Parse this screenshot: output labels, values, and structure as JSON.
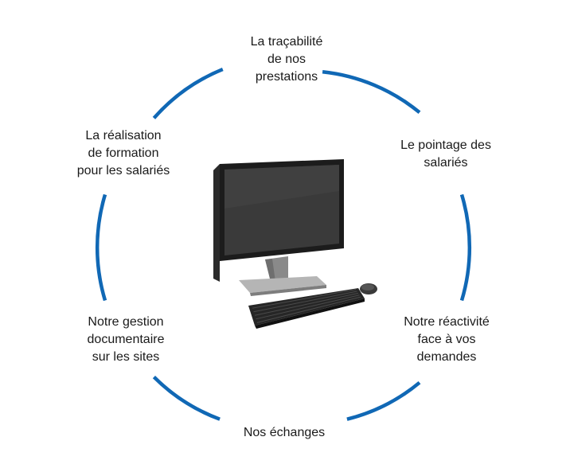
{
  "diagram": {
    "arc_color": "#1068b5",
    "center_icon": "desktop-computer-icon",
    "items": [
      {
        "id": "tracabilite",
        "lines": [
          "La traçabilité",
          "de nos",
          "prestations"
        ]
      },
      {
        "id": "pointage",
        "lines": [
          "Le pointage des",
          "salariés"
        ]
      },
      {
        "id": "reactivite",
        "lines": [
          "Notre réactivité",
          "face à vos",
          "demandes"
        ]
      },
      {
        "id": "echanges",
        "lines": [
          "Nos échanges"
        ]
      },
      {
        "id": "gestion",
        "lines": [
          "Notre gestion",
          "documentaire",
          "sur les sites"
        ]
      },
      {
        "id": "formation",
        "lines": [
          "La réalisation",
          "de formation",
          "pour les salariés"
        ]
      }
    ]
  }
}
